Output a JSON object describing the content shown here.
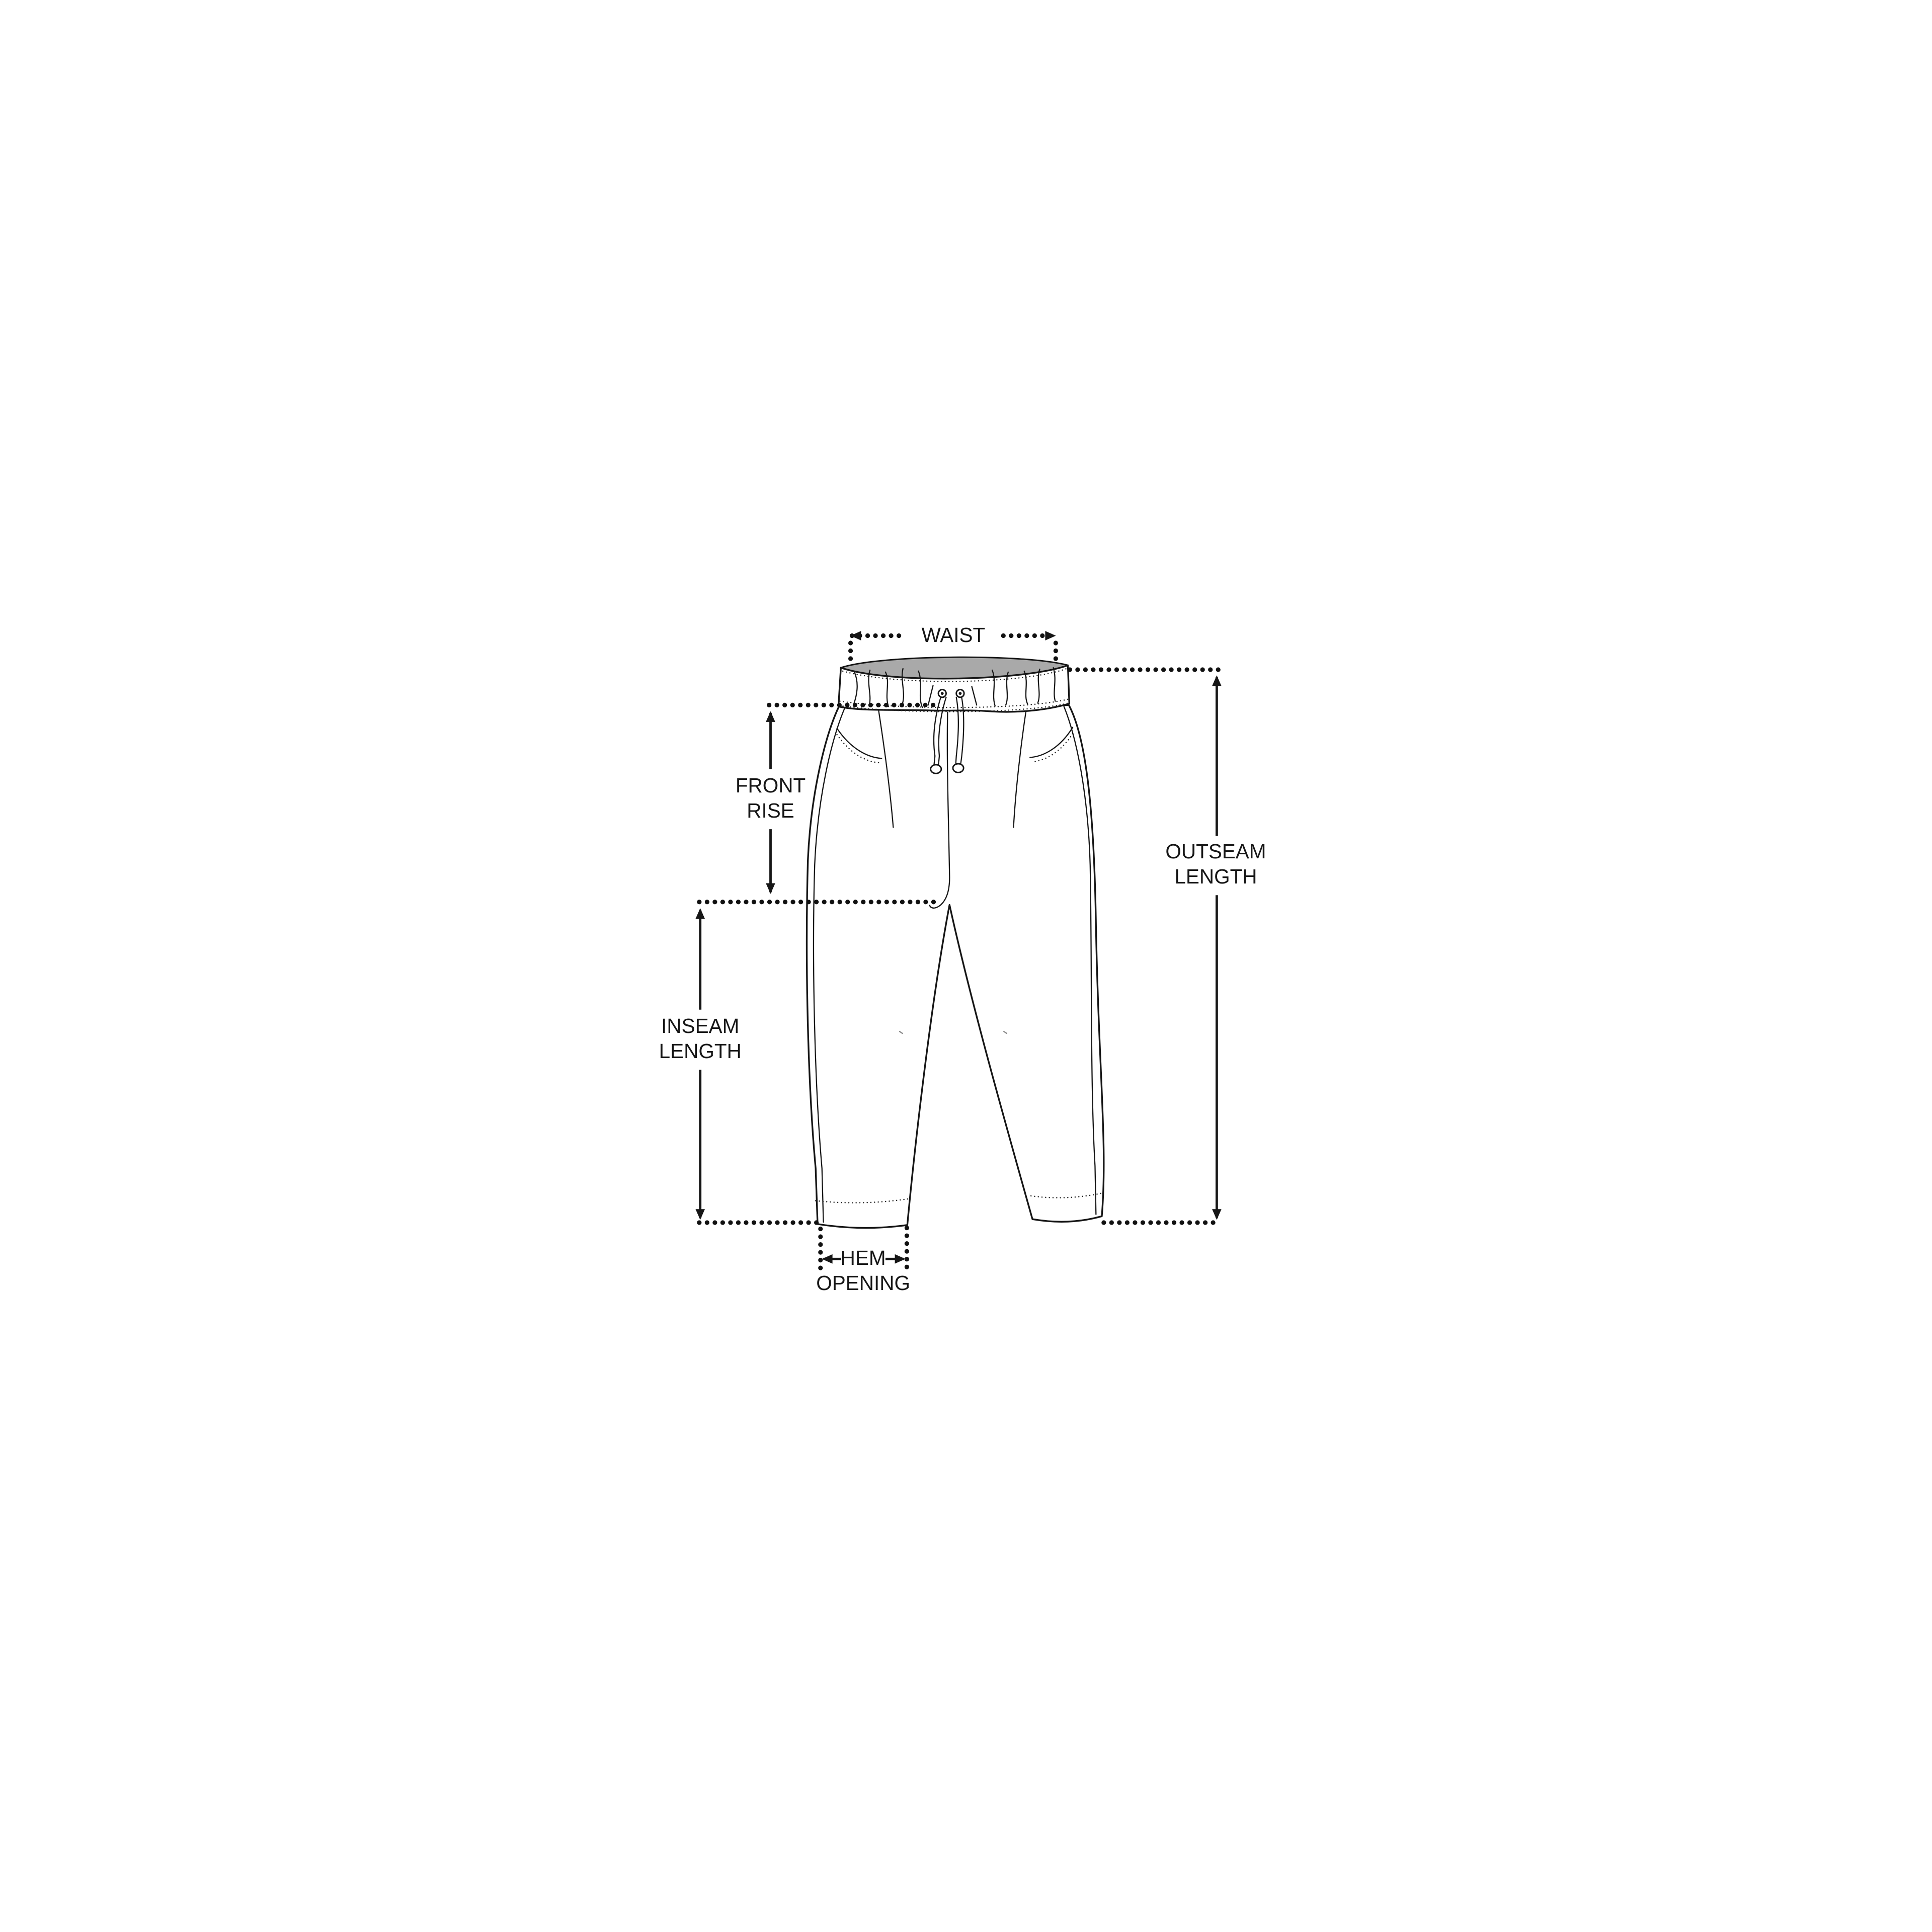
{
  "labels": {
    "waist": "WAIST",
    "front_rise": [
      "FRONT",
      "RISE"
    ],
    "outseam_length": [
      "OUTSEAM",
      "LENGTH"
    ],
    "inseam_length": [
      "INSEAM",
      "LENGTH"
    ],
    "hem_opening": [
      "HEM",
      "OPENING"
    ]
  },
  "colors": {
    "line": "#161616",
    "waistband_fill": "#a9a9a9",
    "background": "#ffffff"
  }
}
